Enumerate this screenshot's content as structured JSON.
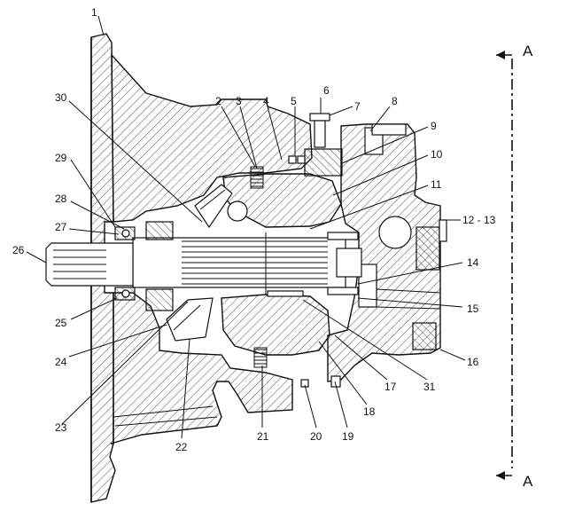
{
  "section_marker": "A",
  "callouts": [
    {
      "id": "c1",
      "text": "1"
    },
    {
      "id": "c2",
      "text": "2"
    },
    {
      "id": "c3",
      "text": "3"
    },
    {
      "id": "c4",
      "text": "4"
    },
    {
      "id": "c5",
      "text": "5"
    },
    {
      "id": "c6",
      "text": "6"
    },
    {
      "id": "c7",
      "text": "7"
    },
    {
      "id": "c8",
      "text": "8"
    },
    {
      "id": "c9",
      "text": "9"
    },
    {
      "id": "c10",
      "text": "10"
    },
    {
      "id": "c11",
      "text": "11"
    },
    {
      "id": "c12",
      "text": "12 - 13"
    },
    {
      "id": "c14",
      "text": "14"
    },
    {
      "id": "c15",
      "text": "15"
    },
    {
      "id": "c16",
      "text": "16"
    },
    {
      "id": "c17",
      "text": "17"
    },
    {
      "id": "c18",
      "text": "18"
    },
    {
      "id": "c19",
      "text": "19"
    },
    {
      "id": "c20",
      "text": "20"
    },
    {
      "id": "c21",
      "text": "21"
    },
    {
      "id": "c22",
      "text": "22"
    },
    {
      "id": "c23",
      "text": "23"
    },
    {
      "id": "c24",
      "text": "24"
    },
    {
      "id": "c25",
      "text": "25"
    },
    {
      "id": "c26",
      "text": "26"
    },
    {
      "id": "c27",
      "text": "27"
    },
    {
      "id": "c28",
      "text": "28"
    },
    {
      "id": "c29",
      "text": "29"
    },
    {
      "id": "c30",
      "text": "30"
    },
    {
      "id": "c31",
      "text": "31"
    }
  ]
}
